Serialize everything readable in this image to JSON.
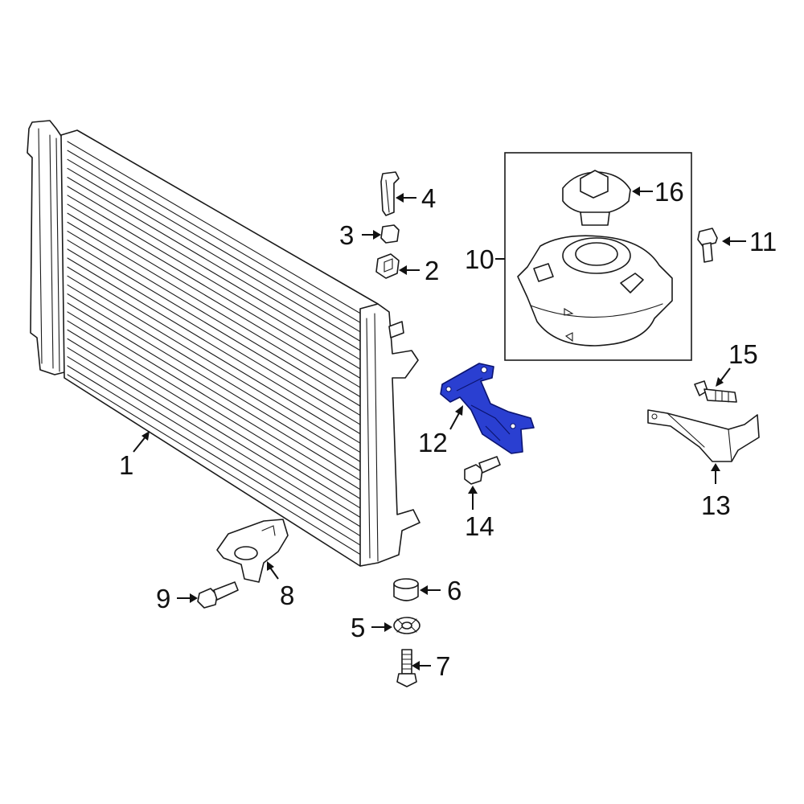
{
  "diagram": {
    "highlight_color": "#2a3fd1",
    "highlighted_part": "12",
    "callouts": [
      "1",
      "2",
      "3",
      "4",
      "5",
      "6",
      "7",
      "8",
      "9",
      "10",
      "11",
      "12",
      "13",
      "14",
      "15",
      "16"
    ]
  }
}
